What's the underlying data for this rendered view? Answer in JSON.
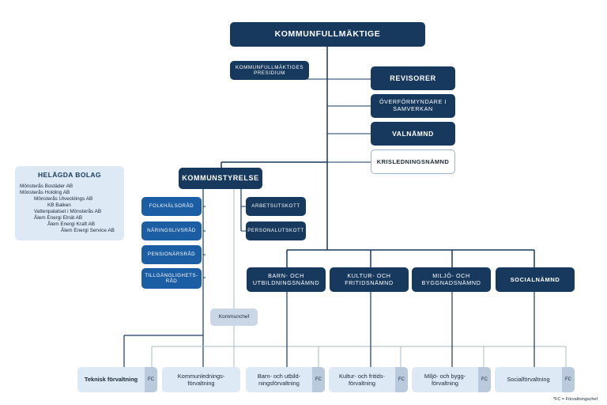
{
  "council": "KOMMUNFULLMÄKTIGE",
  "presidium": "KOMMUNFULLMÄKTIGES PRESIDIUM",
  "auditors": "REVISORER",
  "guardians": "ÖVERFÖRMYNDARE I SAMVERKAN",
  "election": "VALNÄMND",
  "crisis": "KRISLEDNINGSNÄMND",
  "executive": "KOMMUNSTYRELSE",
  "councils": [
    "FOLKHÄLSORÅD",
    "NÄRINGSLIVSRÅD",
    "PENSIONÄRSRÅD",
    "TILLGÄNGLIGHETS-RÅD"
  ],
  "committees": [
    "ARBETSUTSKOTT",
    "PERSONALUTSKOTT"
  ],
  "boards": [
    "BARN- OCH UTBILDNINGSNÄMND",
    "KULTUR- OCH FRITIDSNÄMND",
    "MILJÖ- OCH BYGGNADSNÄMND",
    "SOCIALNÄMND"
  ],
  "chief": "Kommunchef",
  "owned": {
    "title": "HELÄGDA BOLAG",
    "companies": [
      "Mönsterås Bostäder AB",
      "Mönsterås Holding AB",
      "Mönsterås Utvecklings AB",
      "KB Balken",
      "Vattenpalatset i Mönsterås AB",
      "Ålem Energi Elnät AB",
      "Ålem Energi Kraft AB",
      "Ålem Energi Service AB"
    ]
  },
  "administrations": [
    {
      "label": "Teknisk förvaltning",
      "tag": "FC"
    },
    {
      "label": "Kommunlednings-förvaltning",
      "tag": ""
    },
    {
      "label": "Barn- och utbild-ningsförvaltning",
      "tag": "FC"
    },
    {
      "label": "Kultur- och fritids-förvaltning",
      "tag": "FC"
    },
    {
      "label": "Miljö- och bygg-förvaltning",
      "tag": "FC"
    },
    {
      "label": "Socialförvaltning",
      "tag": "FC"
    }
  ],
  "footnote": "*FC = Förvaltningschef",
  "colors": {
    "navy": "#17395e",
    "blue": "#1c5ea3",
    "light": "#dde9f4",
    "line": "#17395e",
    "grey_line": "#a9b8c8"
  }
}
